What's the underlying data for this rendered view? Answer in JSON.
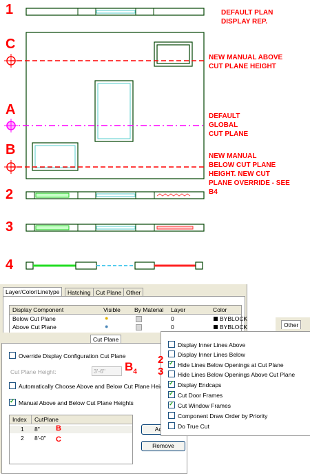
{
  "annotations": {
    "n1": "1",
    "default_plan_line1": "DEFAULT PLAN",
    "default_plan_line2": "DISPLAY REP.",
    "c": "C",
    "c_line1": "NEW MANUAL ABOVE",
    "c_line2": "CUT PLANE HEIGHT",
    "a": "A",
    "a_line1": "DEFAULT",
    "a_line2": "GLOBAL",
    "a_line3": "CUT PLANE",
    "b": "B",
    "b_line1": "NEW MANUAL",
    "b_line2": "BELOW CUT PLANE",
    "b_line3": "HEIGHT.  NEW CUT",
    "b_line4": "PLANE OVERRIDE - SEE",
    "b_line5": "B4",
    "n2": "2",
    "n3": "3",
    "n4": "4"
  },
  "layer_dialog": {
    "tabs": [
      "Layer/Color/Linetype",
      "Hatching",
      "Cut Plane",
      "Other"
    ],
    "columns": [
      "Display Component",
      "Visible",
      "By Material",
      "Layer",
      "Color"
    ],
    "rows": [
      {
        "component": "Below Cut Plane",
        "layer": "0",
        "color": "BYBLOCK"
      },
      {
        "component": "Above Cut Plane",
        "layer": "0",
        "color": "BYBLOCK"
      }
    ]
  },
  "cut_plane_dialog": {
    "tab": "Cut Plane",
    "override_label": "Override Display Configuration Cut Plane",
    "cut_plane_height_label": "Cut Plane Height:",
    "cut_plane_height_value": "3'-6\"",
    "b4_marker": "B",
    "b4_sub": "4",
    "auto_choose_label": "Automatically Choose Above and Below Cut Plane Heigh",
    "manual_label": "Manual Above and Below Cut Plane Heights",
    "table_columns": [
      "Index",
      "CutPlane"
    ],
    "table_rows": [
      {
        "index": "1",
        "value": "8\"",
        "marker": "B"
      },
      {
        "index": "2",
        "value": "8'-0\"",
        "marker": "C"
      }
    ],
    "add_button": "Ad",
    "remove_button": "Remove"
  },
  "other_dialog": {
    "tab": "Other",
    "options": [
      {
        "label": "Display Inner Lines Above",
        "checked": false,
        "marker": ""
      },
      {
        "label": "Display Inner Lines Below",
        "checked": false,
        "marker": ""
      },
      {
        "label": "Hide Lines Below Openings at Cut Plane",
        "checked": true,
        "marker": "2"
      },
      {
        "label": "Hide Lines Below Openings Above Cut Plane",
        "checked": false,
        "marker": "3"
      },
      {
        "label": "Display Endcaps",
        "checked": true,
        "marker": ""
      },
      {
        "label": "Cut Door Frames",
        "checked": true,
        "marker": ""
      },
      {
        "label": "Cut Window Frames",
        "checked": true,
        "marker": ""
      },
      {
        "label": "Component Draw Order by Priority",
        "checked": false,
        "marker": ""
      },
      {
        "label": "Do True Cut",
        "checked": false,
        "marker": ""
      }
    ]
  }
}
